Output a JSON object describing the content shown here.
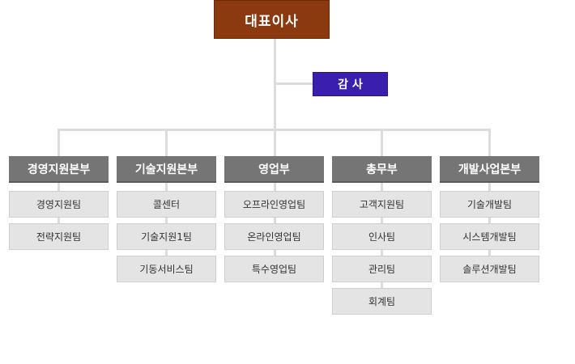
{
  "ceo": "대표이사",
  "audit": "감 사",
  "departments": [
    {
      "name": "경영지원본부",
      "teams": [
        "경영지원팀",
        "전략지원팀"
      ]
    },
    {
      "name": "기술지원본부",
      "teams": [
        "콜센터",
        "기술지원1팀",
        "기동서비스팀"
      ]
    },
    {
      "name": "영업부",
      "teams": [
        "오프라인영업팀",
        "온라인영업팀",
        "특수영업팀"
      ]
    },
    {
      "name": "총무부",
      "teams": [
        "고객지원팀",
        "인사팀",
        "관리팀",
        "회계팀"
      ]
    },
    {
      "name": "개발사업본부",
      "teams": [
        "기술개발팀",
        "시스템개발팀",
        "솔루션개발팀"
      ]
    }
  ]
}
